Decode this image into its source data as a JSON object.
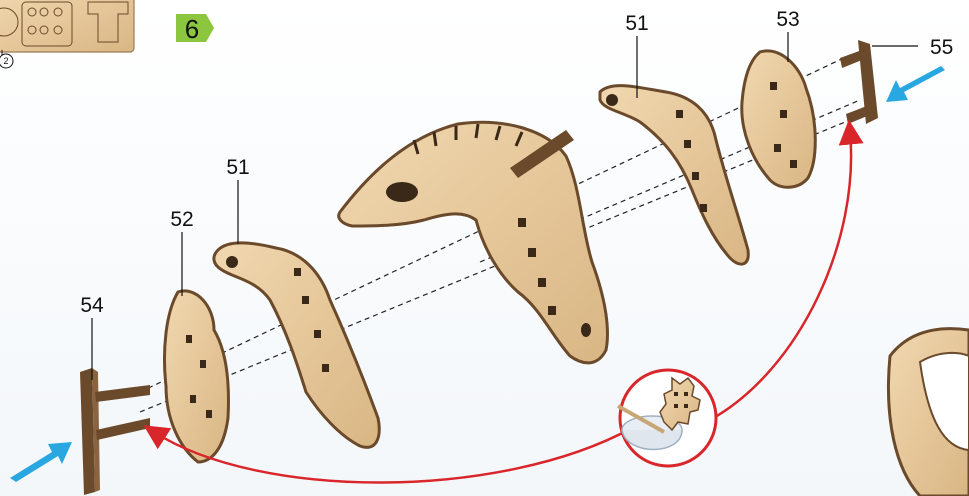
{
  "step": {
    "number": "6",
    "badge_color": "#8cc63f"
  },
  "inventory": {
    "circled_number": "2"
  },
  "callouts": {
    "p54": "54",
    "p52": "52",
    "p51_left": "51",
    "p51_right": "51",
    "p53": "53",
    "p55": "55"
  },
  "colors": {
    "wood": "#e6c79b",
    "wood_edge": "#6b4a2b",
    "arrow_blue": "#29a7e1",
    "path_red": "#d8262b"
  },
  "icons": [
    "push-arrow-icon",
    "glue-bowl-icon",
    "curved-arrow-icon"
  ]
}
